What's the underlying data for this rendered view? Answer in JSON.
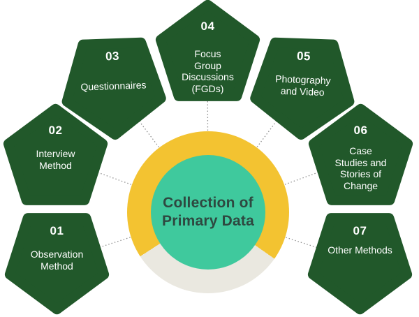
{
  "diagram": {
    "center_title": "Collection of\nPrimary Data",
    "items": [
      {
        "number": "01",
        "label": "Observation\nMethod"
      },
      {
        "number": "02",
        "label": "Interview\nMethod"
      },
      {
        "number": "03",
        "label": "Questionnaires"
      },
      {
        "number": "04",
        "label": "Focus\nGroup\nDiscussions\n(FGDs)"
      },
      {
        "number": "05",
        "label": "Photography\nand Video"
      },
      {
        "number": "06",
        "label": "Case\nStudies and\nStories of\nChange"
      },
      {
        "number": "07",
        "label": "Other Methods"
      }
    ],
    "colors": {
      "pentagon_green": "#21582A",
      "ring_yellow": "#F3C331",
      "ring_gray": "#EAE8E0",
      "center_teal": "#3FC99D",
      "title_text": "#2E4840",
      "connector_gray": "#8F8F8F",
      "node_text": "#FFFFFF"
    }
  }
}
